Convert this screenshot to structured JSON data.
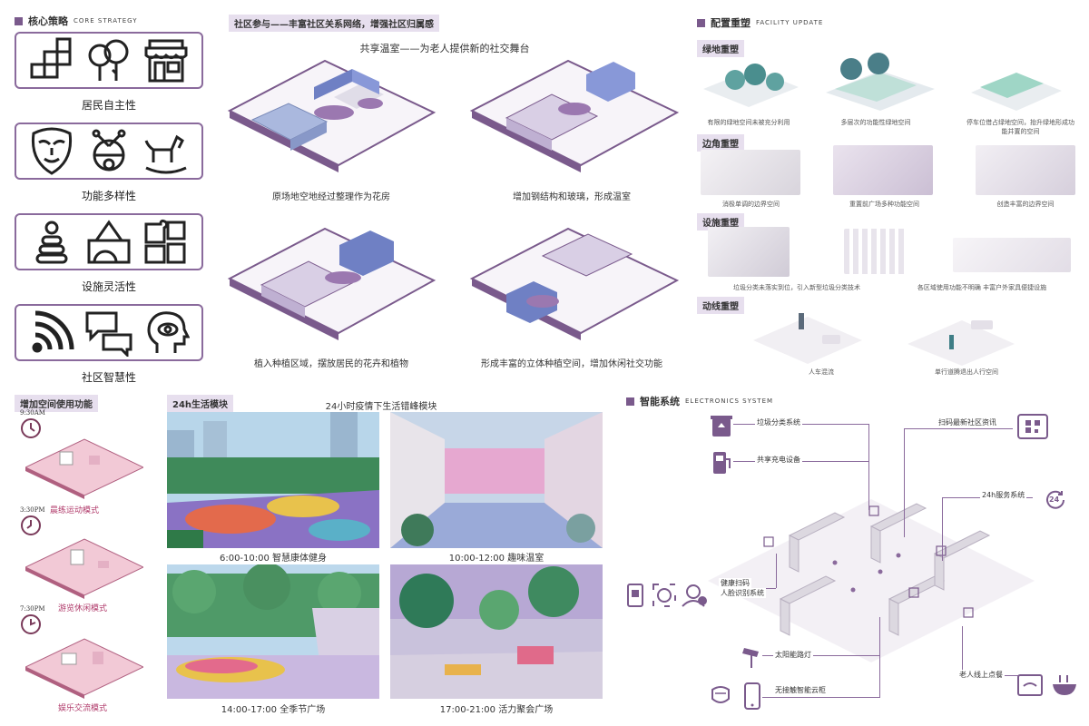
{
  "core": {
    "title": "核心策略",
    "title_en": "CORE STRATEGY",
    "cards": [
      {
        "label": "居民自主性",
        "icons": [
          "building-blocks-icon",
          "trees-icon",
          "storefront-icon"
        ]
      },
      {
        "label": "功能多样性",
        "icons": [
          "opera-mask-icon",
          "toy-icon",
          "rocking-horse-icon"
        ]
      },
      {
        "label": "设施灵活性",
        "icons": [
          "stacking-rings-icon",
          "shape-sorter-icon",
          "puzzle-icon"
        ]
      },
      {
        "label": "社区智慧性",
        "icons": [
          "wifi-signal-icon",
          "chat-bubbles-icon",
          "smart-head-icon"
        ]
      }
    ]
  },
  "participation": {
    "tag": "社区参与——丰富社区关系网络，增强社区归属感",
    "subtitle": "共享温室——为老人提供新的社交舞台",
    "captions": [
      "原场地空地经过整理作为花房",
      "增加钢结构和玻璃，形成温室",
      "植入种植区域，摆放居民的花卉和植物",
      "形成丰富的立体种植空间，增加休闲社交功能"
    ]
  },
  "facility": {
    "title": "配置重塑",
    "title_en": "FACILITY UPDATE",
    "groups": [
      {
        "tag": "绿地重塑",
        "captions": [
          "有限的绿地空间未被充分利用",
          "多层次的功能性绿地空间",
          "停车位借占绿地空间，抬升绿地形成功能并置的空间"
        ]
      },
      {
        "tag": "边角重塑",
        "captions": [
          "消极单调的边界空间",
          "重置前广场多种功能空间",
          "创造丰富的边界空间"
        ]
      },
      {
        "tag": "设施重塑",
        "captions": [
          "垃圾分类未落实到位，引入新型垃圾分类技术",
          "各区域使用功能不明确 丰富户外家具便捷设施"
        ]
      },
      {
        "tag": "动线重塑",
        "captions": [
          "人车混流",
          "单行道腾退出人行空间"
        ]
      }
    ]
  },
  "added": {
    "tag": "增加空间使用功能",
    "modes": [
      {
        "time": "9:30AM",
        "label": "晨练运动模式"
      },
      {
        "time": "3:30PM",
        "label": "游览休闲模式"
      },
      {
        "time": "7:30PM",
        "label": "娱乐交流模式"
      }
    ]
  },
  "living": {
    "tag": "24h生活模块",
    "subtitle": "24小时疫情下生活错峰模块",
    "scenes": [
      {
        "caption": "6:00-10:00 智慧康体健身"
      },
      {
        "caption": "10:00-12:00 趣味温室"
      },
      {
        "caption": "14:00-17:00 全季节广场"
      },
      {
        "caption": "17:00-21:00 活力聚会广场"
      }
    ]
  },
  "electronics": {
    "title": "智能系统",
    "title_en": "ELECTRONICS SYSTEM",
    "labels": {
      "garbage": "垃圾分类系统",
      "charging": "共享充电设备",
      "scan_news": "扫码最新社区资讯",
      "service24": "24h服务系统",
      "health_scan": "健康扫码",
      "face_id": "人脸识别系统",
      "solar": "太阳能路灯",
      "cabinet": "无接触智能云柜",
      "order": "老人线上点餐"
    },
    "badge_24": "24"
  },
  "colors": {
    "accent": "#7a5a8c",
    "tag_bg": "#e7dfee",
    "mode_text": "#b03a6a"
  }
}
